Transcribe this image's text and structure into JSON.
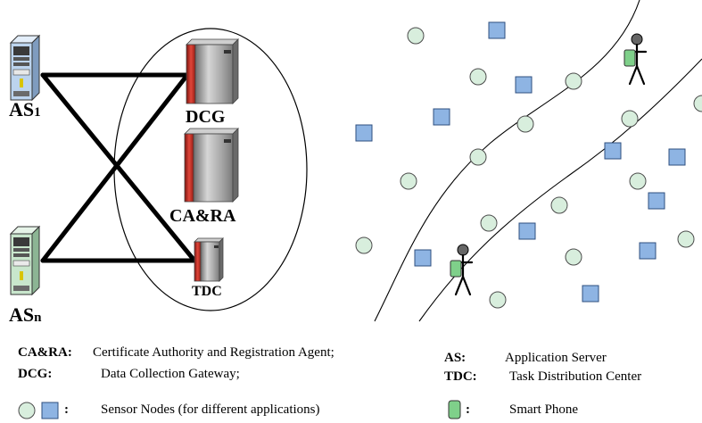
{
  "labels": {
    "as1_main": "AS",
    "as1_sub": "1",
    "asn_main": "AS",
    "asn_sub": "n",
    "dcg": "DCG",
    "cara": "CA&RA",
    "tdc": "TDC"
  },
  "legend": {
    "cara_key": "CA&RA:",
    "cara_desc": "Certificate Authority and Registration Agent;",
    "dcg_key": "DCG:",
    "dcg_desc": "Data Collection Gateway;",
    "as_key": "AS:",
    "as_desc": "Application Server",
    "tdc_key": "TDC:",
    "tdc_desc": "Task Distribution Center",
    "sensor_key": ":",
    "sensor_desc": "Sensor Nodes (for different applications)",
    "phone_key": ":",
    "phone_desc": "Smart Phone"
  },
  "colors": {
    "circle_fill": "#d8eedd",
    "circle_stroke": "#4c4c4c",
    "square_fill": "#8eb4e3",
    "square_stroke": "#2f4f7f",
    "server_blue": "#bcd4ee",
    "server_green": "#c8e6cc",
    "rack_gray": "#9a9a9a",
    "rack_red": "#c0281e",
    "phone_green": "#7fd08a"
  },
  "icons": {
    "app_server": "server-tower-icon",
    "rack_server": "rack-server-icon",
    "sensor_circle": "circle-sensor-icon",
    "sensor_square": "square-sensor-icon",
    "smart_phone": "smart-phone-icon",
    "person": "person-icon"
  }
}
